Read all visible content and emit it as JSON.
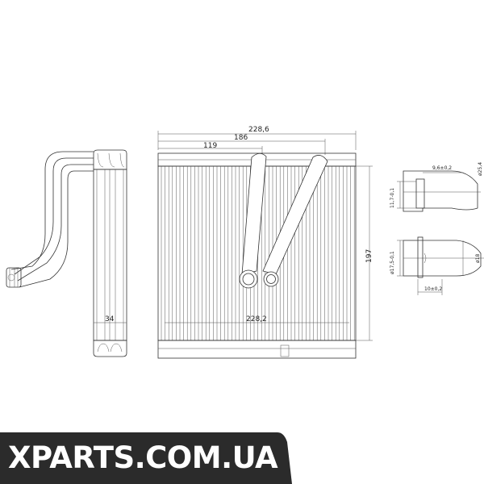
{
  "dimensions": {
    "width_total": "228,6",
    "width_mid": "186",
    "width_short": "119",
    "core_width": "228,2",
    "height": "197",
    "depth": "34",
    "pipe_small_len": "9,6±0,2",
    "pipe_small_dia": "ø25,4",
    "pipe_small_inner": "11,7-0,1",
    "pipe_large_dia": "ø17,5-0,1",
    "pipe_large_inner": "ø18",
    "pipe_large_len": "10±0,2"
  },
  "watermark": "XPARTS.COM.UA",
  "colors": {
    "line": "#333333",
    "banner": "#2b2b2b",
    "banner_text": "#ffffff"
  }
}
